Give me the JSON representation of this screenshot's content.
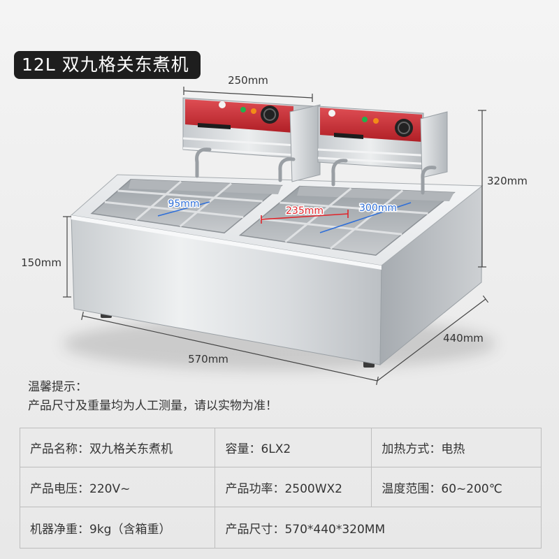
{
  "title_badge": "12L 双九格关东煮机",
  "dimensions": {
    "top_width": "250mm",
    "overall_height": "320mm",
    "body_height": "150mm",
    "length": "570mm",
    "depth": "440mm",
    "cell_size": "95mm",
    "well_width": "235mm",
    "well_length": "300mm"
  },
  "notice": {
    "heading": "温馨提示：",
    "text": "产品尺寸及重量均为人工测量，请以实物为准！"
  },
  "specs": [
    [
      {
        "label": "产品名称：",
        "value": "双九格关东煮机"
      },
      {
        "label": "容量：",
        "value": "6LX2"
      },
      {
        "label": "加热方式：",
        "value": "电热"
      }
    ],
    [
      {
        "label": "产品电压：",
        "value": "220V~"
      },
      {
        "label": "产品功率：",
        "value": "2500WX2"
      },
      {
        "label": "温度范围：",
        "value": "60~200℃"
      }
    ],
    [
      {
        "label": "机器净重：",
        "value": "9kg（含箱重）"
      },
      {
        "label": "产品尺寸：",
        "value": "570*440*320MM"
      }
    ]
  ],
  "colors": {
    "badge_bg": "#1e1e1e",
    "panel_red": "#d7262e",
    "dim_blue": "#2f6fd8",
    "dim_red": "#e0252b",
    "indicator_green": "#22b14c",
    "indicator_orange": "#f28c18"
  }
}
